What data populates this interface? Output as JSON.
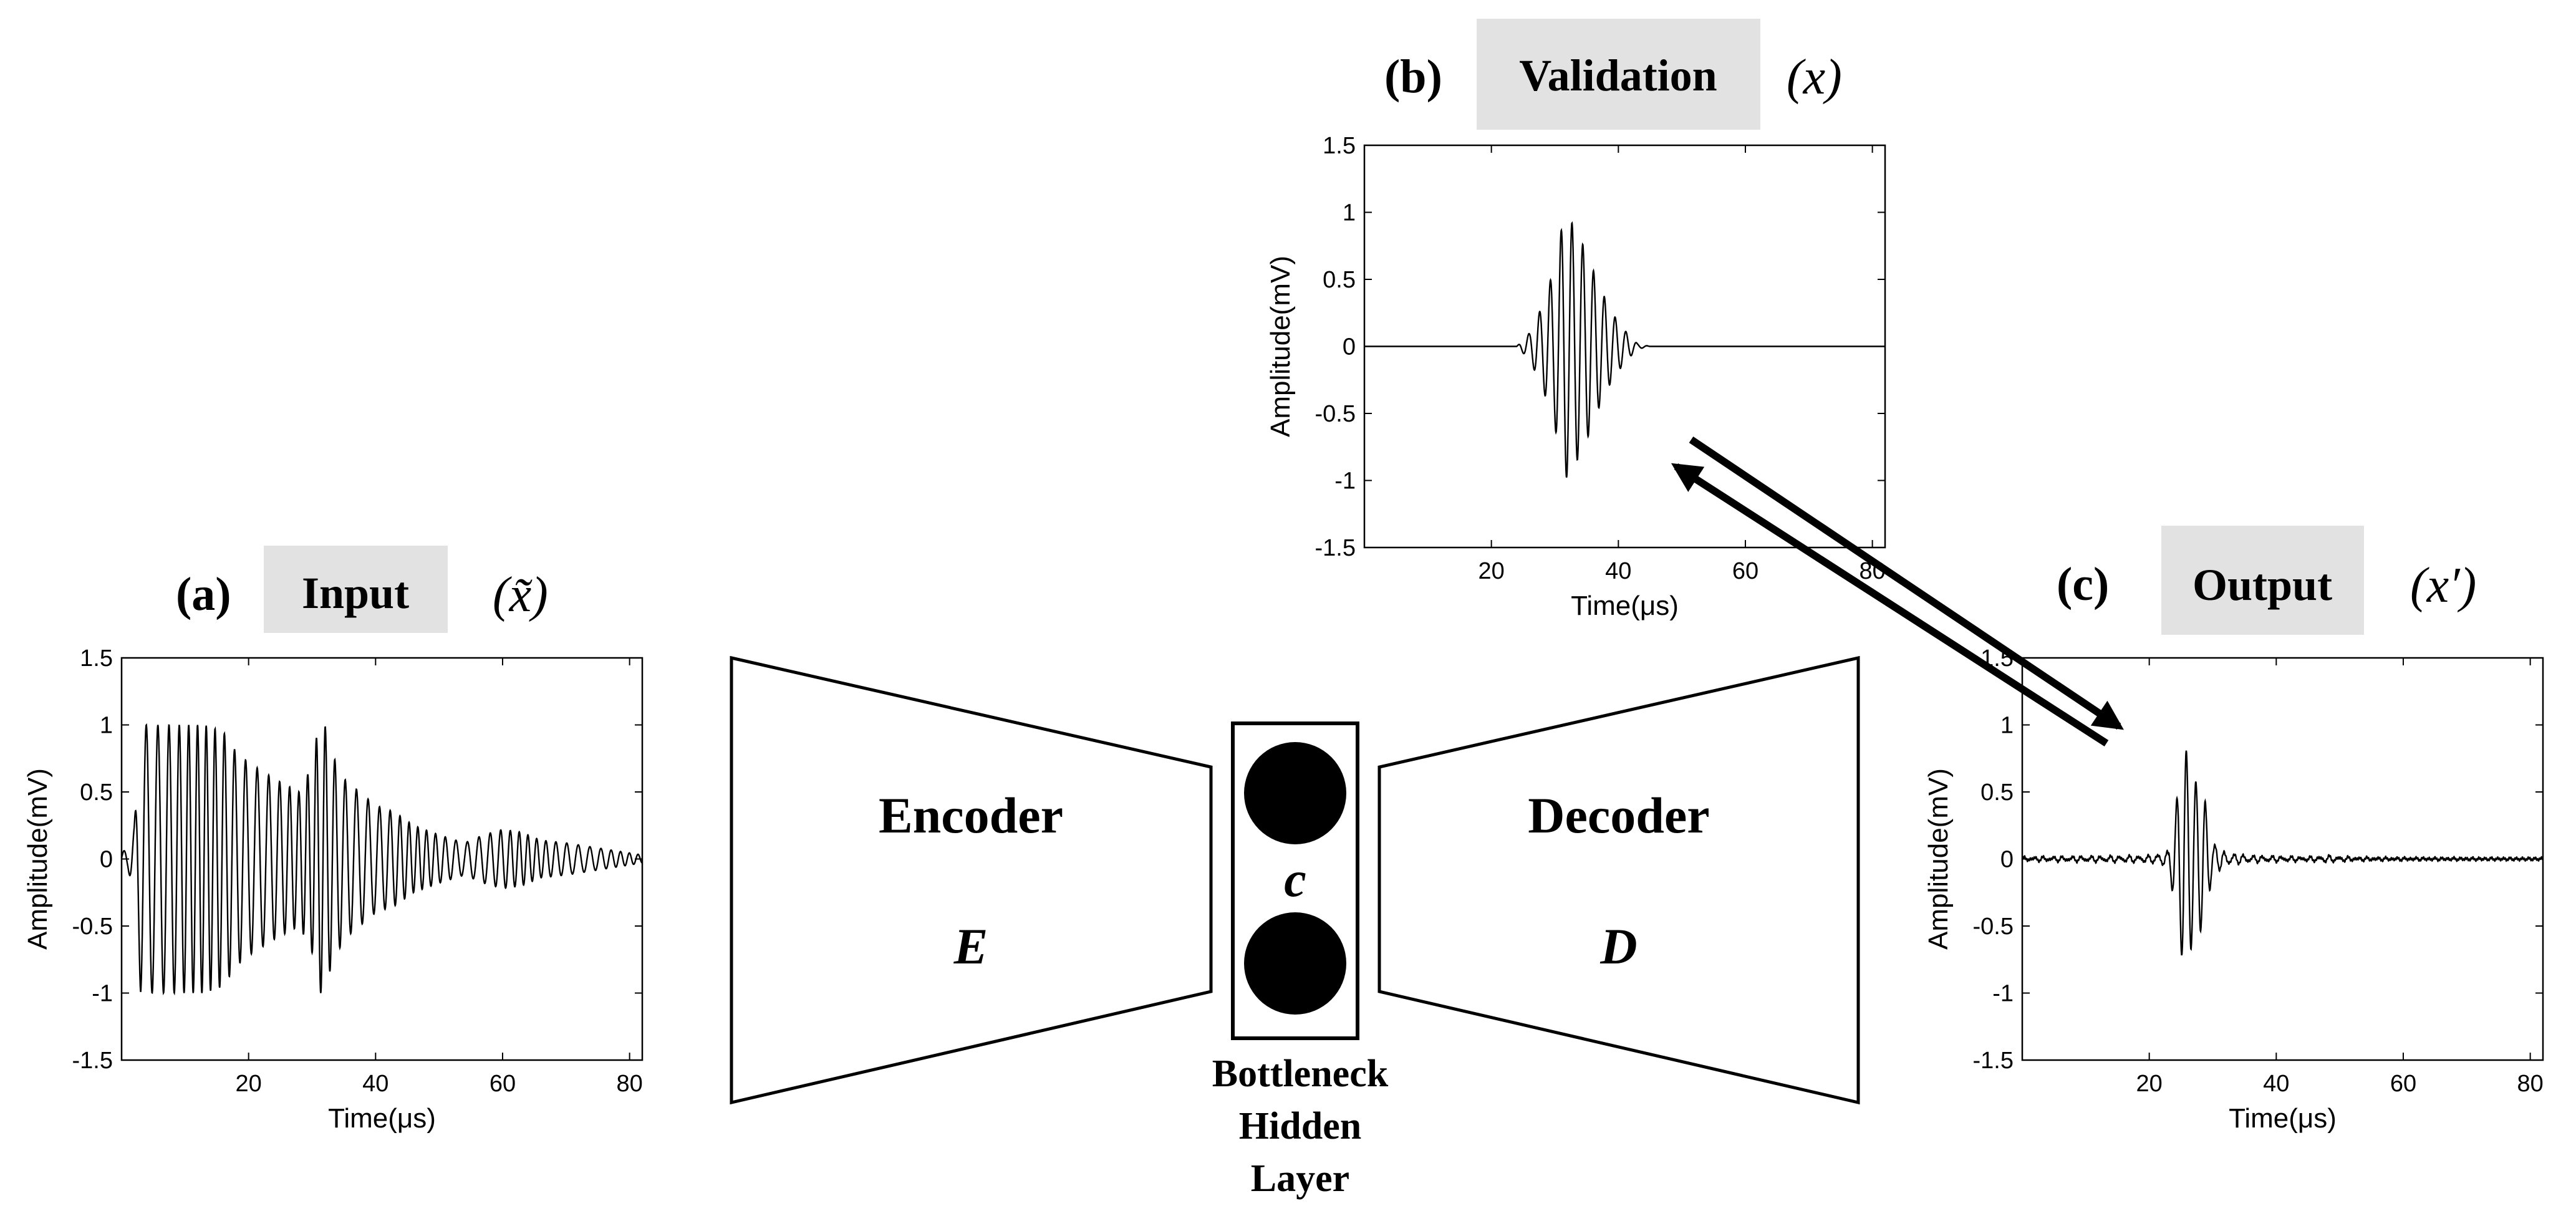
{
  "headers": {
    "input": {
      "letter": "(a)",
      "box_label": "Input",
      "symbol": "(x̃)"
    },
    "validation": {
      "letter": "(b)",
      "box_label": "Validation",
      "symbol": "(x)"
    },
    "output": {
      "letter": "(c)",
      "box_label": "Output",
      "symbol": "(x′)"
    }
  },
  "network": {
    "encoder_label": "Encoder",
    "encoder_symbol": "E",
    "decoder_label": "Decoder",
    "decoder_symbol": "D",
    "code_symbol": "c",
    "bottleneck_lines": [
      "Bottleneck",
      "Hidden",
      "Layer"
    ]
  },
  "colors": {
    "header_box_fill": "#e2e2e2",
    "stroke": "#000000",
    "signal": "#000000"
  },
  "chart_data": [
    {
      "id": "input",
      "type": "line",
      "xlabel": "Time(μs)",
      "ylabel": "Amplitude(mV)",
      "xlim": [
        0,
        82
      ],
      "ylim": [
        -1.5,
        1.5
      ],
      "xticks": [
        20,
        40,
        60,
        80
      ],
      "yticks": [
        -1.5,
        -1,
        -0.5,
        0,
        0.5,
        1,
        1.5
      ],
      "grid": false,
      "series": [
        {
          "envelope": [
            [
              0,
              0.05
            ],
            [
              1,
              0.08
            ],
            [
              2,
              0.25
            ],
            [
              3,
              1
            ],
            [
              5,
              1
            ],
            [
              8,
              1
            ],
            [
              10,
              1
            ],
            [
              13,
              1
            ],
            [
              16,
              0.95
            ],
            [
              18,
              0.8
            ],
            [
              20,
              0.72
            ],
            [
              22,
              0.66
            ],
            [
              24,
              0.6
            ],
            [
              26,
              0.55
            ],
            [
              28,
              0.5
            ],
            [
              30,
              0.7
            ],
            [
              31,
              1
            ],
            [
              32,
              1
            ],
            [
              33,
              0.8
            ],
            [
              35,
              0.6
            ],
            [
              38,
              0.48
            ],
            [
              40,
              0.4
            ],
            [
              43,
              0.35
            ],
            [
              46,
              0.25
            ],
            [
              50,
              0.18
            ],
            [
              54,
              0.12
            ],
            [
              57,
              0.18
            ],
            [
              60,
              0.22
            ],
            [
              63,
              0.2
            ],
            [
              66,
              0.14
            ],
            [
              70,
              0.12
            ],
            [
              74,
              0.09
            ],
            [
              78,
              0.06
            ],
            [
              82,
              0.03
            ]
          ],
          "period": 1.6,
          "noise": 0.0,
          "jitter": 0.15
        }
      ]
    },
    {
      "id": "validation",
      "type": "line",
      "xlabel": "Time(μs)",
      "ylabel": "Amplitude(mV)",
      "xlim": [
        0,
        82
      ],
      "ylim": [
        -1.5,
        1.5
      ],
      "xticks": [
        20,
        40,
        60,
        80
      ],
      "yticks": [
        -1.5,
        -1,
        -0.5,
        0,
        0.5,
        1,
        1.5
      ],
      "grid": false,
      "series": [
        {
          "envelope": [
            [
              0,
              0
            ],
            [
              24,
              0
            ],
            [
              26,
              0.1
            ],
            [
              28,
              0.3
            ],
            [
              30,
              0.6
            ],
            [
              31.5,
              1
            ],
            [
              33,
              0.9
            ],
            [
              35,
              0.7
            ],
            [
              37,
              0.45
            ],
            [
              39,
              0.25
            ],
            [
              41,
              0.12
            ],
            [
              43,
              0.02
            ],
            [
              45,
              0
            ],
            [
              82,
              0
            ]
          ],
          "period": 1.7,
          "noise": 0.0,
          "jitter": 0.0
        }
      ]
    },
    {
      "id": "output",
      "type": "line",
      "xlabel": "Time(μs)",
      "ylabel": "Amplitude(mV)",
      "xlim": [
        0,
        82
      ],
      "ylim": [
        -1.5,
        1.5
      ],
      "xticks": [
        20,
        40,
        60,
        80
      ],
      "yticks": [
        -1.5,
        -1,
        -0.5,
        0,
        0.5,
        1,
        1.5
      ],
      "grid": false,
      "series": [
        {
          "envelope": [
            [
              0,
              0.01
            ],
            [
              10,
              0.015
            ],
            [
              20,
              0.02
            ],
            [
              23,
              0.05
            ],
            [
              24.5,
              0.5
            ],
            [
              25.5,
              0.85
            ],
            [
              27,
              0.6
            ],
            [
              28.5,
              0.5
            ],
            [
              30,
              0.12
            ],
            [
              32,
              0.04
            ],
            [
              36,
              0.02
            ],
            [
              45,
              0.01
            ],
            [
              48,
              0.02
            ],
            [
              52,
              0.008
            ],
            [
              60,
              0.004
            ],
            [
              82,
              0.0
            ]
          ],
          "period": 1.5,
          "noise": 0.015,
          "jitter": 0.0
        }
      ]
    }
  ]
}
